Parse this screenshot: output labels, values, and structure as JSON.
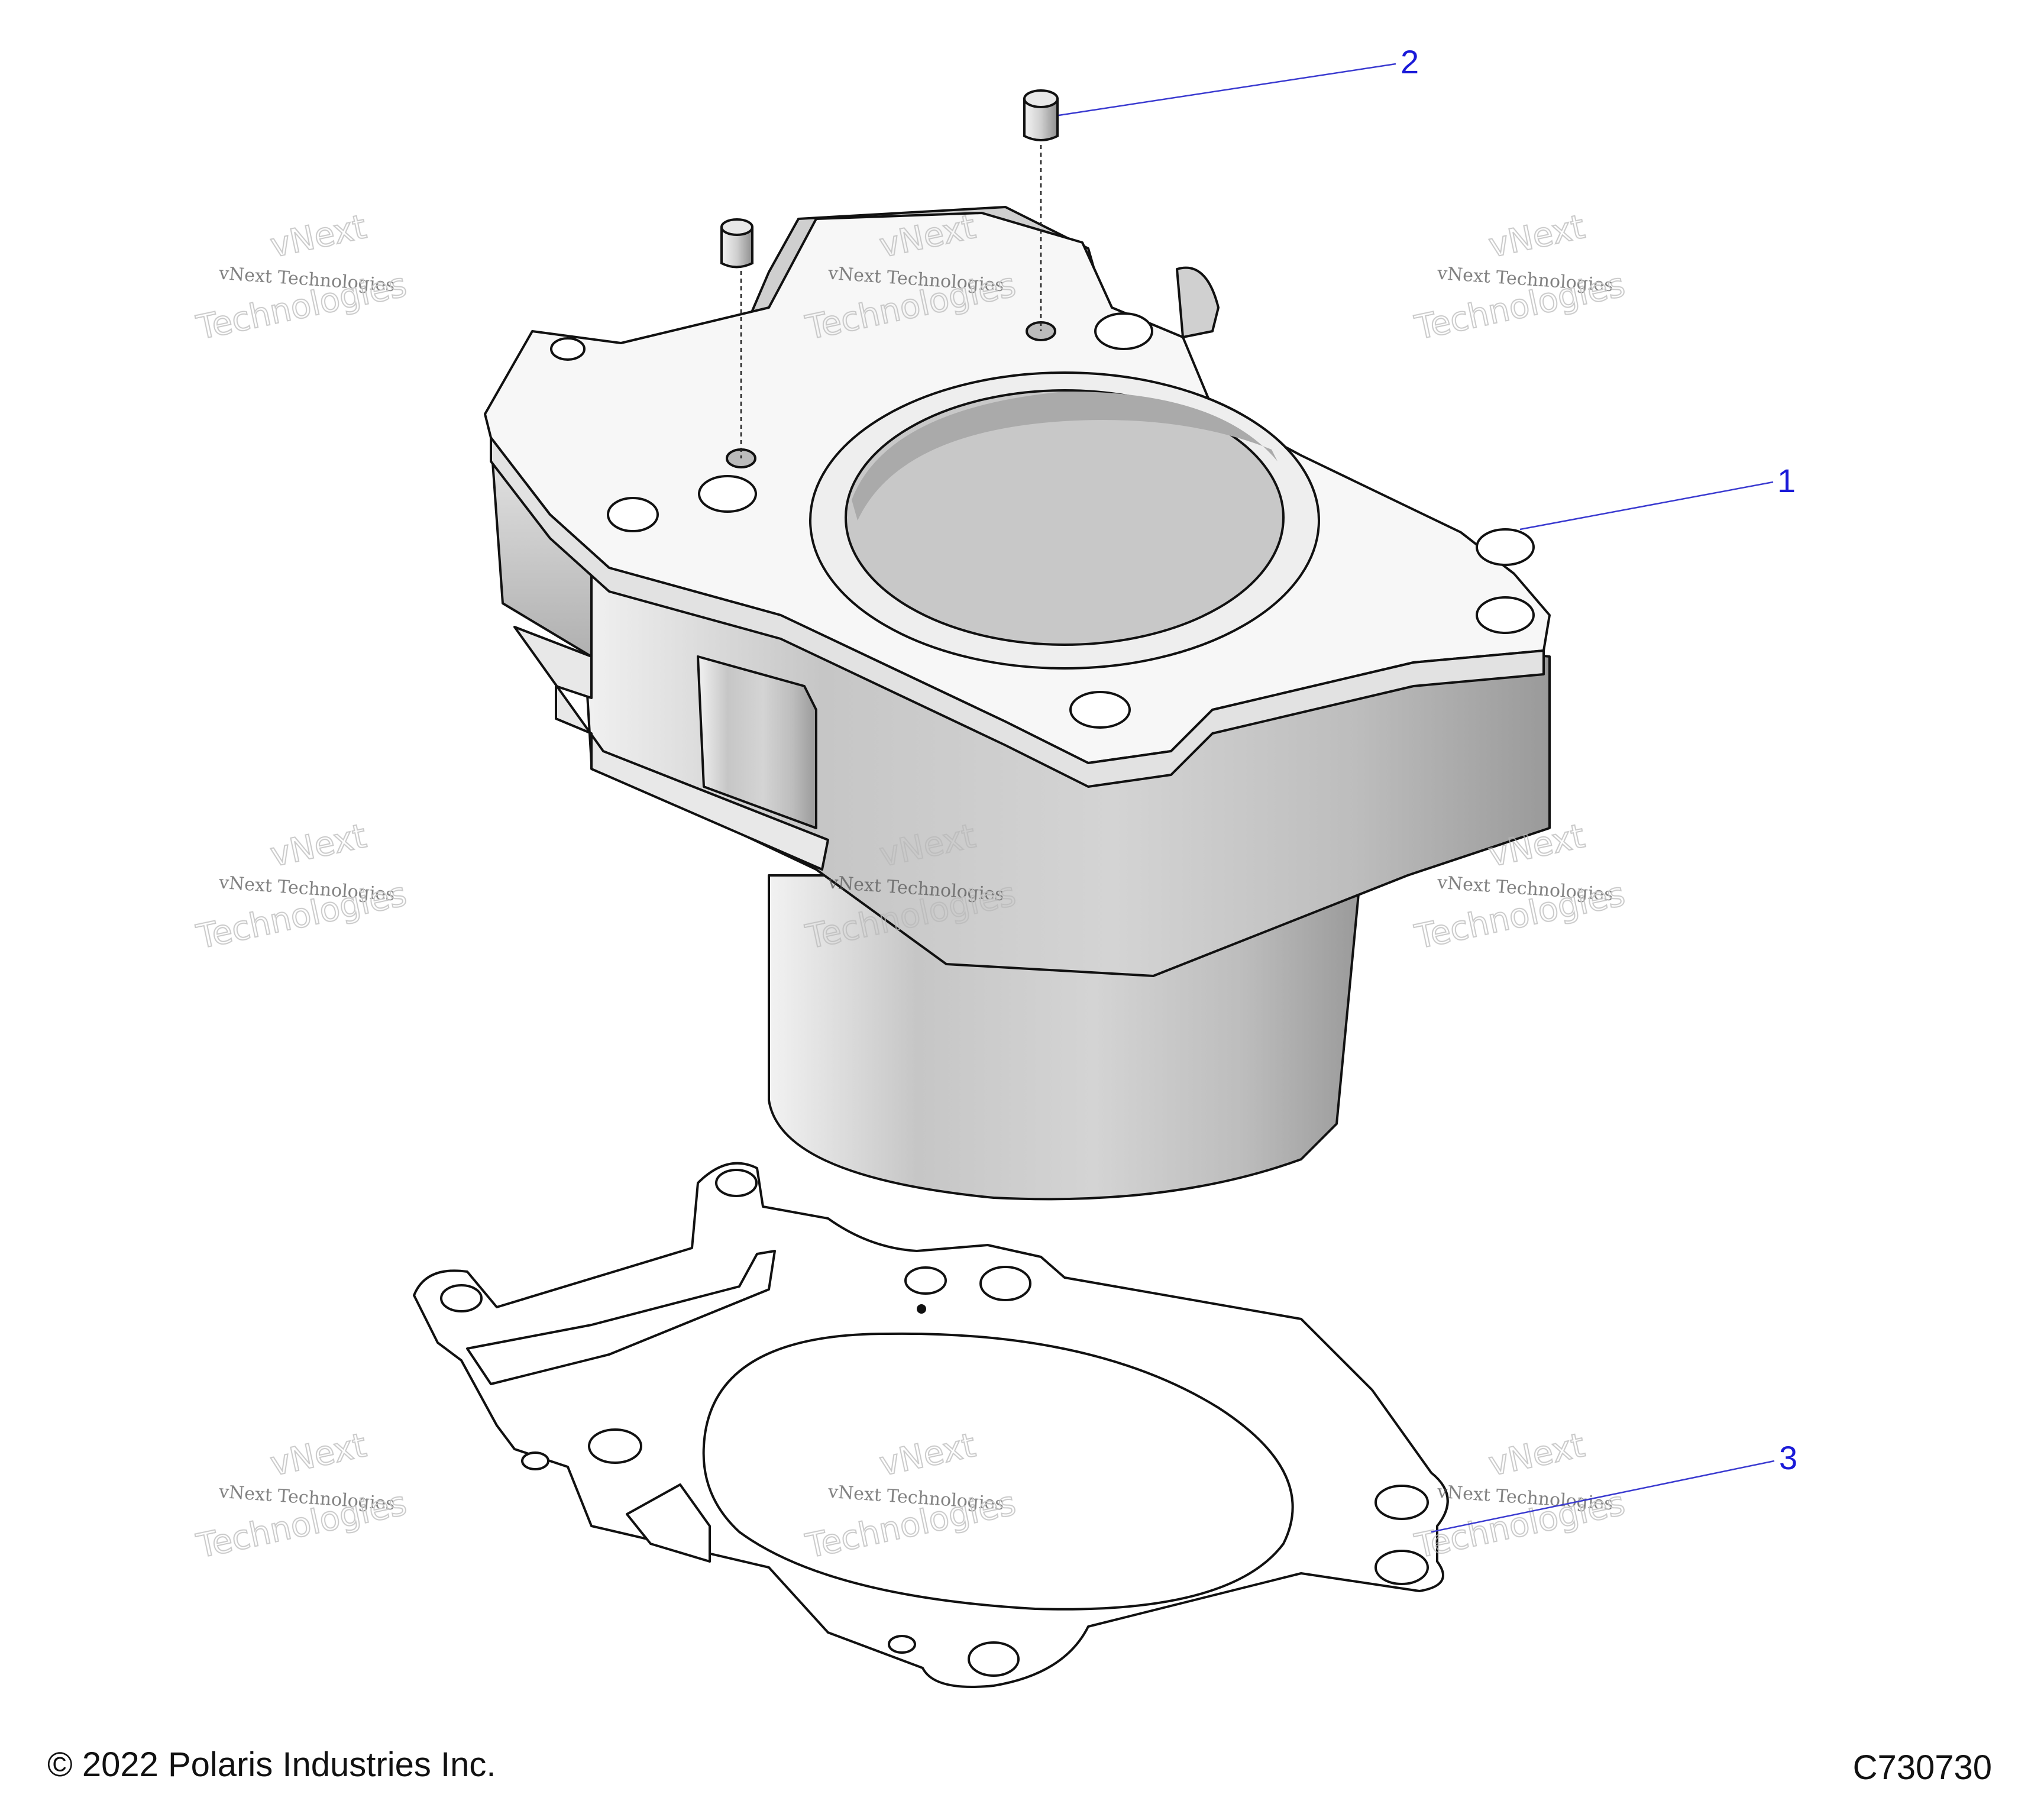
{
  "callouts": [
    {
      "number": "1",
      "part": "cylinder"
    },
    {
      "number": "2",
      "part": "dowel-pin"
    },
    {
      "number": "3",
      "part": "cylinder-base-gasket"
    }
  ],
  "watermark": {
    "line_small": "vNext Technologies",
    "line_top": "vNext",
    "line_bottom": "Technologies"
  },
  "footer": {
    "copyright": "© 2022 Polaris Industries Inc.",
    "figure_code": "C730730"
  }
}
